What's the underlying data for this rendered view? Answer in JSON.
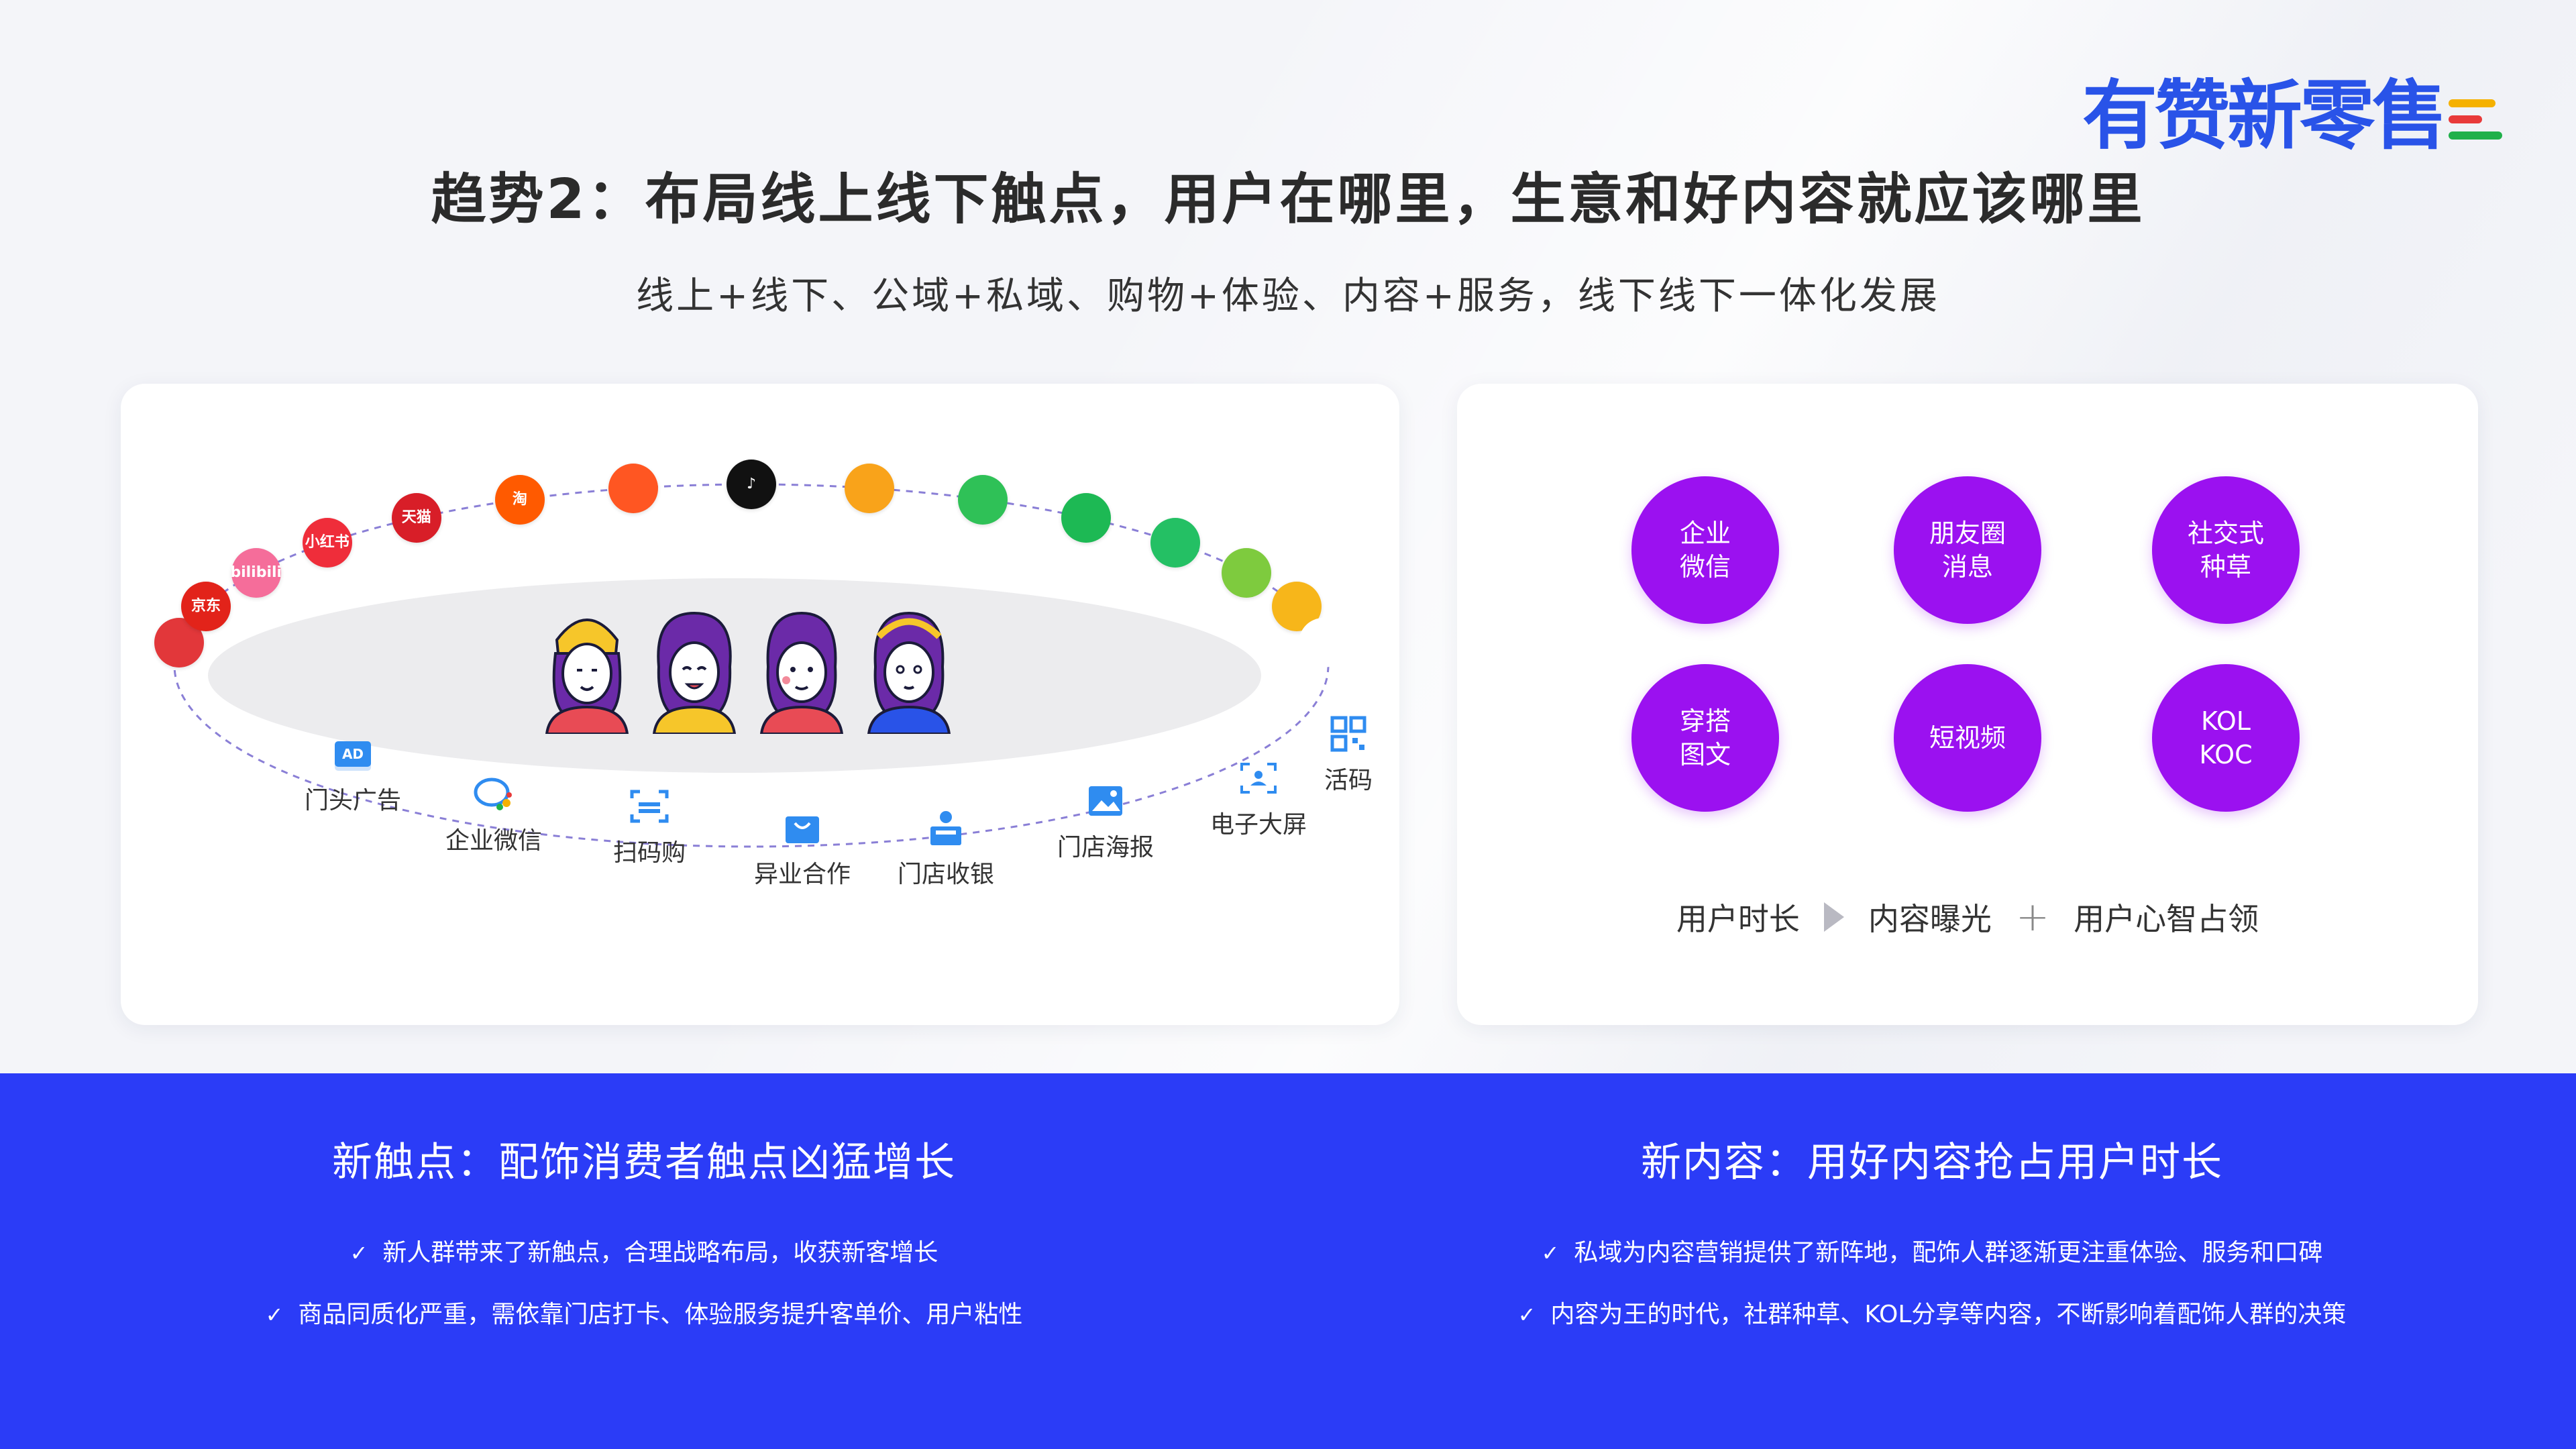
{
  "logo": {
    "text": "有赞新零售",
    "bar_colors": [
      "#f5b100",
      "#e83a3a",
      "#20b04a"
    ]
  },
  "title": "趋势2：布局线上线下触点，用户在哪里，生意和好内容就应该哪里",
  "subtitle": "线上+线下、公域+私域、购物+体验、内容+服务，线下线下一体化发展",
  "left_card": {
    "apps": [
      {
        "icon": "pinduoduo-icon",
        "text": "",
        "color": "#e2373a"
      },
      {
        "icon": "jd-icon",
        "text": "京东",
        "color": "#e2231a"
      },
      {
        "icon": "bilibili-icon",
        "text": "bilibili",
        "color": "#f56d9a"
      },
      {
        "icon": "xiaohongshu-icon",
        "text": "小红书",
        "color": "#ef2d3a"
      },
      {
        "icon": "tmall-icon",
        "text": "天猫",
        "color": "#d81e28"
      },
      {
        "icon": "taobao-icon",
        "text": "淘",
        "color": "#ff5a00"
      },
      {
        "icon": "kuaishou-icon",
        "text": "",
        "color": "#ff5622"
      },
      {
        "icon": "tiktok-icon",
        "text": "♪",
        "color": "#111111"
      },
      {
        "icon": "weibo-icon",
        "text": "",
        "color": "#f9a31a"
      },
      {
        "icon": "wechat-icon",
        "text": "",
        "color": "#2fc157"
      },
      {
        "icon": "mini-program-icon",
        "text": "",
        "color": "#1db954"
      },
      {
        "icon": "contacts-icon",
        "text": "",
        "color": "#24c064"
      },
      {
        "icon": "moments-icon",
        "text": "",
        "color": "#7ecb3e"
      },
      {
        "icon": "channels-icon",
        "text": "",
        "color": "#f7b61a"
      },
      {
        "icon": "qq-icon",
        "text": "",
        "color": "#ffffff"
      }
    ],
    "touchpoints": [
      {
        "icon": "ad-icon",
        "label": "门头广告"
      },
      {
        "icon": "wecom-icon",
        "label": "企业微信"
      },
      {
        "icon": "scan-icon",
        "label": "扫码购"
      },
      {
        "icon": "shopping-bag-icon",
        "label": "异业合作"
      },
      {
        "icon": "cashier-icon",
        "label": "门店收银"
      },
      {
        "icon": "poster-icon",
        "label": "门店海报"
      },
      {
        "icon": "screen-icon",
        "label": "电子大屏"
      },
      {
        "icon": "qr-code-icon",
        "label": "活码"
      }
    ]
  },
  "right_card": {
    "circles": [
      "企业\n微信",
      "朋友圈\n消息",
      "社交式\n种草",
      "穿搭\n图文",
      "短视频",
      "KOL\nKOC"
    ],
    "flow": [
      "用户时长",
      "内容曝光",
      "用户心智占领"
    ],
    "colors": {
      "circle": "#9b11f0"
    }
  },
  "bottom": {
    "left": {
      "heading": "新触点：配饰消费者触点凶猛增长",
      "bullets": [
        "新人群带来了新触点，合理战略布局，收获新客增长",
        "商品同质化严重，需依靠门店打卡、体验服务提升客单价、用户粘性"
      ]
    },
    "right": {
      "heading": "新内容：用好内容抢占用户时长",
      "bullets": [
        "私域为内容营销提供了新阵地，配饰人群逐渐更注重体验、服务和口碑",
        "内容为王的时代，社群种草、KOL分享等内容，不断影响着配饰人群的决策"
      ]
    },
    "colors": {
      "band": "#2b3cf7"
    }
  }
}
